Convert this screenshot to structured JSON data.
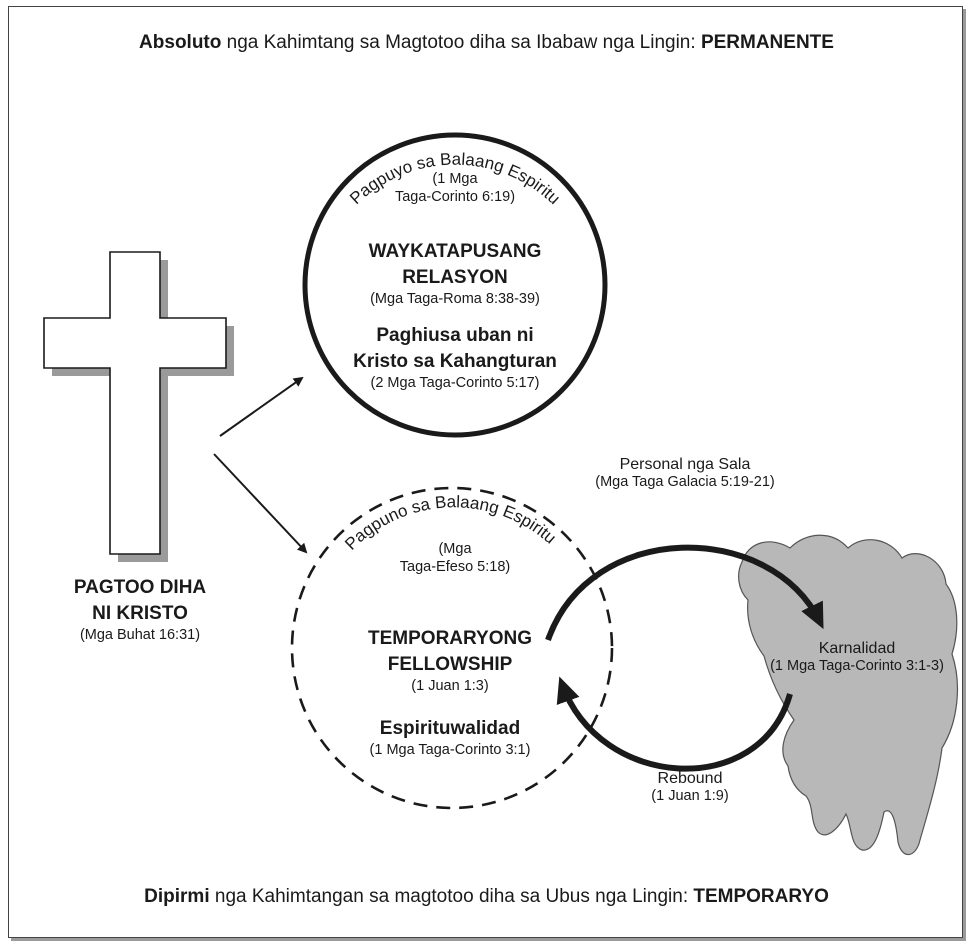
{
  "top_line": {
    "lead": "Absoluto",
    "middle": " nga Kahimtang sa Magtotoo diha sa Ibabaw nga Lingin: ",
    "tail": "PERMANENTE"
  },
  "bottom_line": {
    "lead": "Dipirmi",
    "middle": " nga Kahimtangan sa magtotoo diha sa Ubus nga Lingin: ",
    "tail": "TEMPORARYO"
  },
  "cross": {
    "line1": "PAGTOO DIHA",
    "line2": "NI KRISTO",
    "ref": "(Mga Buhat 16:31)"
  },
  "upper_circle": {
    "arc_text": "Pagpuyo sa Balaang Espiritu",
    "arc_ref_line1": "(1 Mga",
    "arc_ref_line2": "Taga-Corinto 6:19)",
    "heading1_line1": "WAYKATAPUSANG",
    "heading1_line2": "RELASYON",
    "heading1_ref": "(Mga Taga-Roma 8:38-39)",
    "heading2_line1": "Paghiusa uban ni",
    "heading2_line2": "Kristo sa Kahangturan",
    "heading2_ref": "(2 Mga Taga-Corinto 5:17)"
  },
  "lower_circle": {
    "arc_text": "Pagpuno sa Balaang Espiritu",
    "arc_ref_line1": "(Mga",
    "arc_ref_line2": "Taga-Efeso 5:18)",
    "heading1_line1": "TEMPORARYONG",
    "heading1_line2": "FELLOWSHIP",
    "heading1_ref": "(1 Juan 1:3)",
    "heading2": "Espirituwalidad",
    "heading2_ref": "(1 Mga Taga-Corinto 3:1)"
  },
  "personal_sin": {
    "label": "Personal nga Sala",
    "ref": "(Mga Taga Galacia 5:19-21)"
  },
  "carnality": {
    "label": "Karnalidad",
    "ref": "(1 Mga Taga-Corinto 3:1-3)"
  },
  "rebound": {
    "label": "Rebound",
    "ref": "(1 Juan 1:9)"
  },
  "colors": {
    "cloud_fill": "#b8b8b8",
    "cloud_stroke": "#555555",
    "cross_shadow": "#9a9a9a",
    "ink": "#1a1a1a"
  }
}
